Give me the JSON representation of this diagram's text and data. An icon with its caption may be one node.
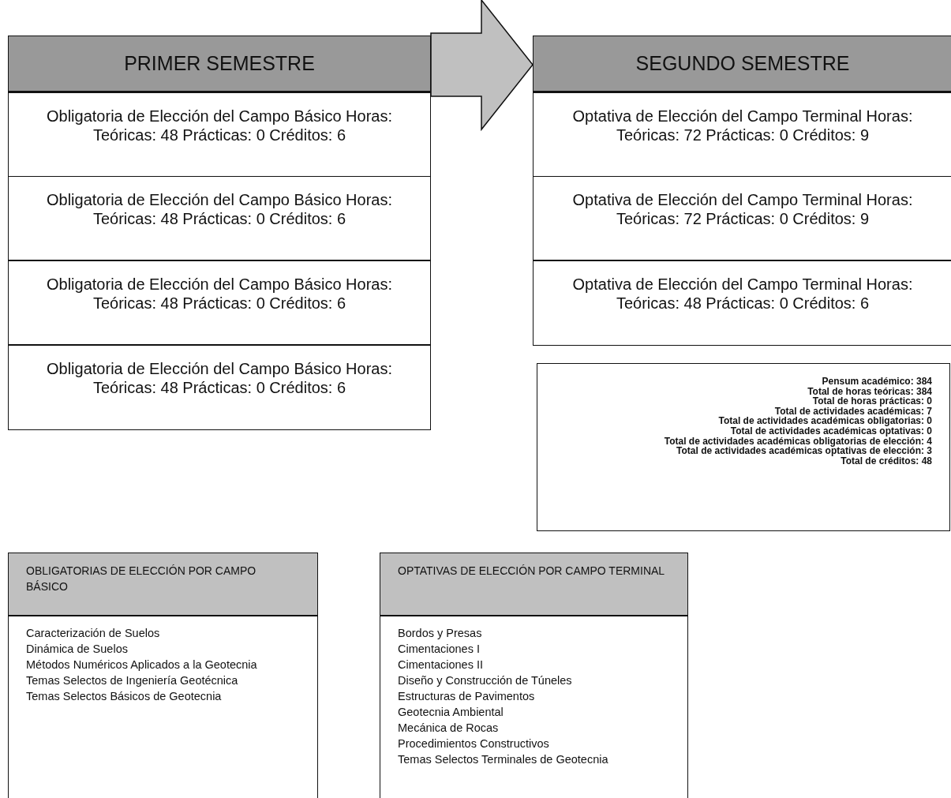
{
  "diagram": {
    "nodes": [
      {
        "text": [
          "PRIMER SEMESTRE"
        ]
      },
      {
        "text": [
          "Obligatoria de Elección del Campo Básico Horas: Teóricas: 48 Prácticas: 0  Créditos: 6"
        ]
      },
      {
        "text": [
          "Obligatoria de Elección del Campo Básico Horas: Teóricas: 48  Prácticas: 0  Créditos: 6"
        ]
      },
      {
        "text": [
          "Obligatoria de Elección del Campo Básico Horas: Teóricas: 48  Prácticas: 0  Créditos: 6"
        ]
      },
      {
        "text": [
          "Obligatoria de Elección del Campo Básico Horas: Teóricas: 48  Prácticas: 0  Créditos: 6"
        ]
      },
      {
        "text": [
          "SEGUNDO SEMESTRE"
        ]
      },
      {
        "text": [
          "Optativa de Elección del Campo Terminal Horas: Teóricas: 72 Prácticas: 0 Créditos: 9"
        ]
      },
      {
        "text": [
          "Optativa de Elección del Campo Terminal Horas: Teóricas: 72 Prácticas: 0 Créditos: 9"
        ]
      },
      {
        "text": [
          "Optativa de Elección del Campo Terminal Horas: Teóricas: 48  Prácticas: 0  Créditos: 6"
        ]
      },
      {
        "text": [
          "Pensum académico: 384",
          "Total de horas teóricas: 384",
          "Total de horas prácticas: 0",
          "Total de actividades académicas: 7",
          "Total de actividades académicas obligatorias: 0",
          "Total de actividades académicas optativas: 0",
          "Total de actividades académicas obligatorias de elección: 4",
          "Total de actividades académicas optativas de elección: 3",
          "Total de créditos: 48"
        ]
      },
      {
        "text": [
          "OBLIGATORIAS DE ELECCIÓN POR CAMPO BÁSICO",
          "Caracterización de Suelos",
          "Dinámica de Suelos",
          "Métodos Numéricos Aplicados a la Geotecnia",
          "Temas Selectos de Ingeniería Geotécnica",
          "Temas Selectos Básicos de Geotecnia"
        ]
      },
      {
        "text": [
          "OPTATIVAS DE ELECCIÓN POR CAMPO TERMINAL",
          "Bordos y Presas",
          "Cimentaciones I",
          "Cimentaciones II",
          "Diseño y Construcción de Túneles",
          "Estructuras de Pavimentos",
          "Geotecnia Ambiental",
          "Mecánica de Rocas",
          "Procedimientos Constructivos",
          "Temas Selectos Terminales de Geotecnia"
        ]
      }
    ],
    "edges": [
      {
        "from": 0,
        "to": 5,
        "arrow": "to"
      }
    ]
  }
}
